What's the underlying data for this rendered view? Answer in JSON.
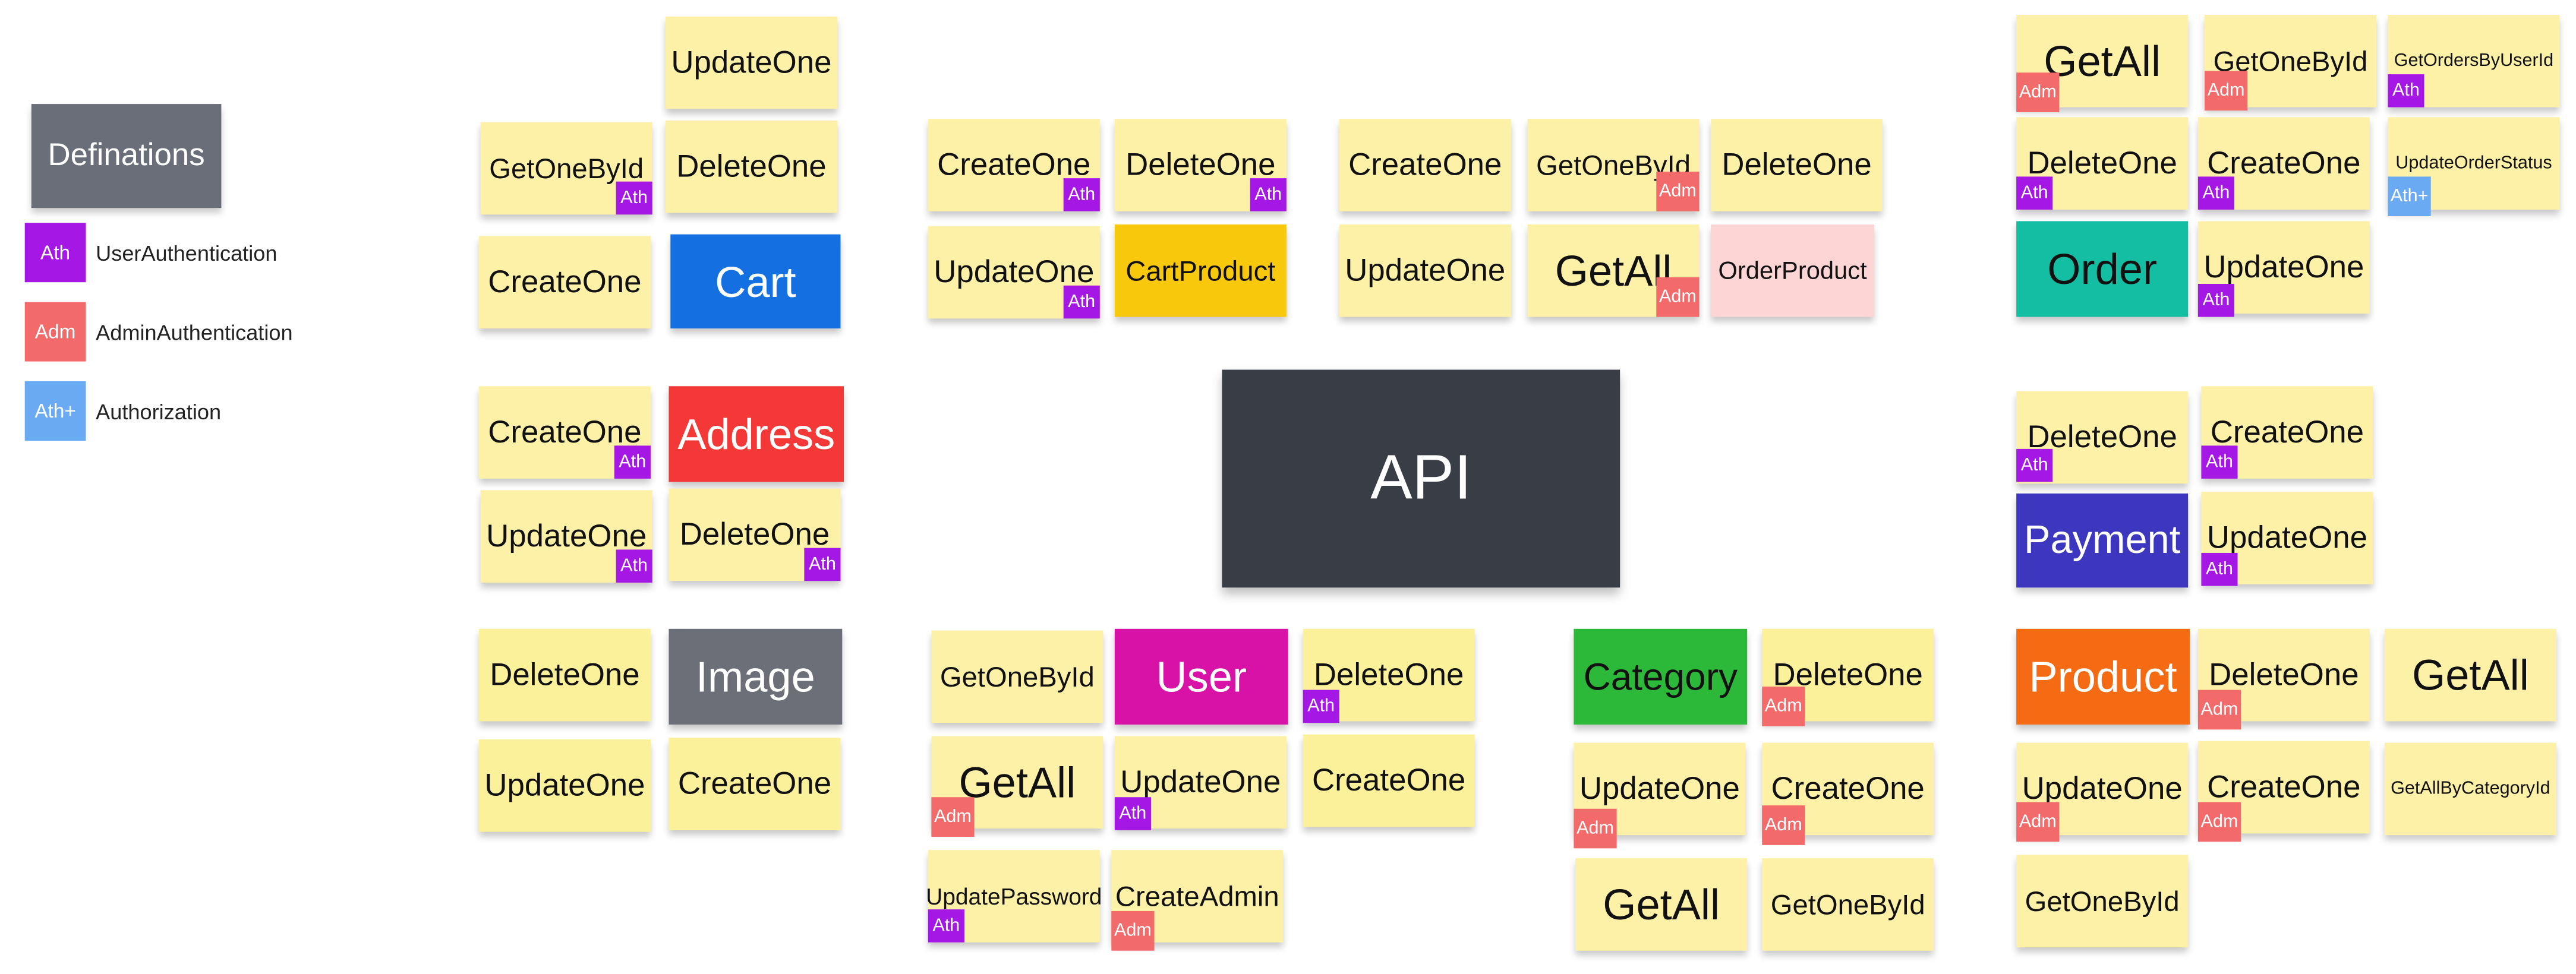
{
  "colors": {
    "ath": "#a517e5",
    "adm": "#f26a6a",
    "athplus": "#6aaaf2",
    "note": "#fdf1a8",
    "note_light": "#fbf19a",
    "api": "#383d46"
  },
  "legend": {
    "title": "Definations",
    "items": [
      {
        "code": "Ath",
        "label": "UserAuthentication",
        "color": "#a517e5"
      },
      {
        "code": "Adm",
        "label": "AdminAuthentication",
        "color": "#f26a6a"
      },
      {
        "code": "Ath+",
        "label": "Authorization",
        "color": "#6aaaf2"
      }
    ]
  },
  "api": {
    "label": "API"
  },
  "groups": {
    "cart": {
      "category": {
        "label": "Cart",
        "color": "#1470e0"
      },
      "endpoints": [
        {
          "label": "UpdateOne",
          "tag": ""
        },
        {
          "label": "GetOneById",
          "tag": "Ath"
        },
        {
          "label": "DeleteOne",
          "tag": ""
        },
        {
          "label": "CreateOne",
          "tag": ""
        }
      ]
    },
    "cartproduct": {
      "category": {
        "label": "CartProduct",
        "color": "#f8c80c"
      },
      "endpoints": [
        {
          "label": "CreateOne",
          "tag": "Ath"
        },
        {
          "label": "DeleteOne",
          "tag": "Ath"
        },
        {
          "label": "UpdateOne",
          "tag": "Ath"
        }
      ]
    },
    "orderproduct": {
      "category": {
        "label": "OrderProduct",
        "color": "#fdd5d5"
      },
      "endpoints": [
        {
          "label": "CreateOne",
          "tag": ""
        },
        {
          "label": "GetOneById",
          "tag": "Adm"
        },
        {
          "label": "DeleteOne",
          "tag": ""
        },
        {
          "label": "UpdateOne",
          "tag": ""
        },
        {
          "label": "GetAll",
          "tag": "Adm"
        }
      ]
    },
    "order": {
      "category": {
        "label": "Order",
        "color": "#13bea3"
      },
      "endpoints": [
        {
          "label": "GetAll",
          "tag": "Adm"
        },
        {
          "label": "GetOneById",
          "tag": "Adm"
        },
        {
          "label": "GetOrdersByUserId",
          "tag": "Ath"
        },
        {
          "label": "DeleteOne",
          "tag": "Ath"
        },
        {
          "label": "CreateOne",
          "tag": "Ath"
        },
        {
          "label": "UpdateOrderStatus",
          "tag": "Ath+"
        },
        {
          "label": "UpdateOne",
          "tag": "Ath"
        }
      ]
    },
    "address": {
      "category": {
        "label": "Address",
        "color": "#f43838"
      },
      "endpoints": [
        {
          "label": "CreateOne",
          "tag": "Ath"
        },
        {
          "label": "UpdateOne",
          "tag": "Ath"
        },
        {
          "label": "DeleteOne",
          "tag": "Ath"
        }
      ]
    },
    "payment": {
      "category": {
        "label": "Payment",
        "color": "#3c37be"
      },
      "endpoints": [
        {
          "label": "DeleteOne",
          "tag": "Ath"
        },
        {
          "label": "CreateOne",
          "tag": "Ath"
        },
        {
          "label": "UpdateOne",
          "tag": "Ath"
        }
      ]
    },
    "image": {
      "category": {
        "label": "Image",
        "color": "#6c6f78"
      },
      "endpoints": [
        {
          "label": "DeleteOne",
          "tag": ""
        },
        {
          "label": "UpdateOne",
          "tag": ""
        },
        {
          "label": "CreateOne",
          "tag": ""
        }
      ]
    },
    "user": {
      "category": {
        "label": "User",
        "color": "#d812a6"
      },
      "endpoints": [
        {
          "label": "GetOneById",
          "tag": ""
        },
        {
          "label": "DeleteOne",
          "tag": "Ath"
        },
        {
          "label": "GetAll",
          "tag": "Adm"
        },
        {
          "label": "UpdateOne",
          "tag": "Ath"
        },
        {
          "label": "CreateOne",
          "tag": ""
        },
        {
          "label": "UpdatePassword",
          "tag": "Ath"
        },
        {
          "label": "CreateAdmin",
          "tag": "Adm"
        }
      ]
    },
    "category": {
      "category": {
        "label": "Category",
        "color": "#2cb838"
      },
      "endpoints": [
        {
          "label": "DeleteOne",
          "tag": "Adm"
        },
        {
          "label": "UpdateOne",
          "tag": "Adm"
        },
        {
          "label": "CreateOne",
          "tag": "Adm"
        },
        {
          "label": "GetAll",
          "tag": ""
        },
        {
          "label": "GetOneById",
          "tag": ""
        }
      ]
    },
    "product": {
      "category": {
        "label": "Product",
        "color": "#f56b14"
      },
      "endpoints": [
        {
          "label": "DeleteOne",
          "tag": "Adm"
        },
        {
          "label": "GetAll",
          "tag": ""
        },
        {
          "label": "UpdateOne",
          "tag": "Adm"
        },
        {
          "label": "CreateOne",
          "tag": "Adm"
        },
        {
          "label": "GetAllByCategoryId",
          "tag": ""
        },
        {
          "label": "GetOneById",
          "tag": ""
        }
      ]
    }
  }
}
